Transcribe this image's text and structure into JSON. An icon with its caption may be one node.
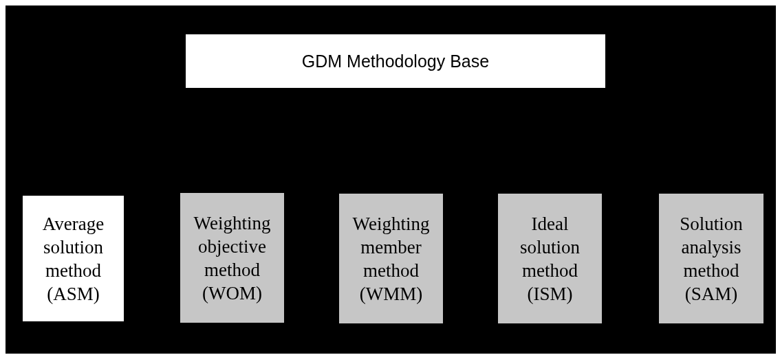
{
  "diagram": {
    "nodes": [
      {
        "text": [
          "GDM Methodology Base"
        ]
      },
      {
        "text": [
          "Average solution method (ASM)"
        ]
      },
      {
        "text": [
          "Weighting objective method (WOM)"
        ]
      },
      {
        "text": [
          "Weighting member method (WMM)"
        ]
      },
      {
        "text": [
          "Ideal solution method (ISM)"
        ]
      },
      {
        "text": [
          "Solution analysis method (SAM)"
        ]
      }
    ]
  }
}
